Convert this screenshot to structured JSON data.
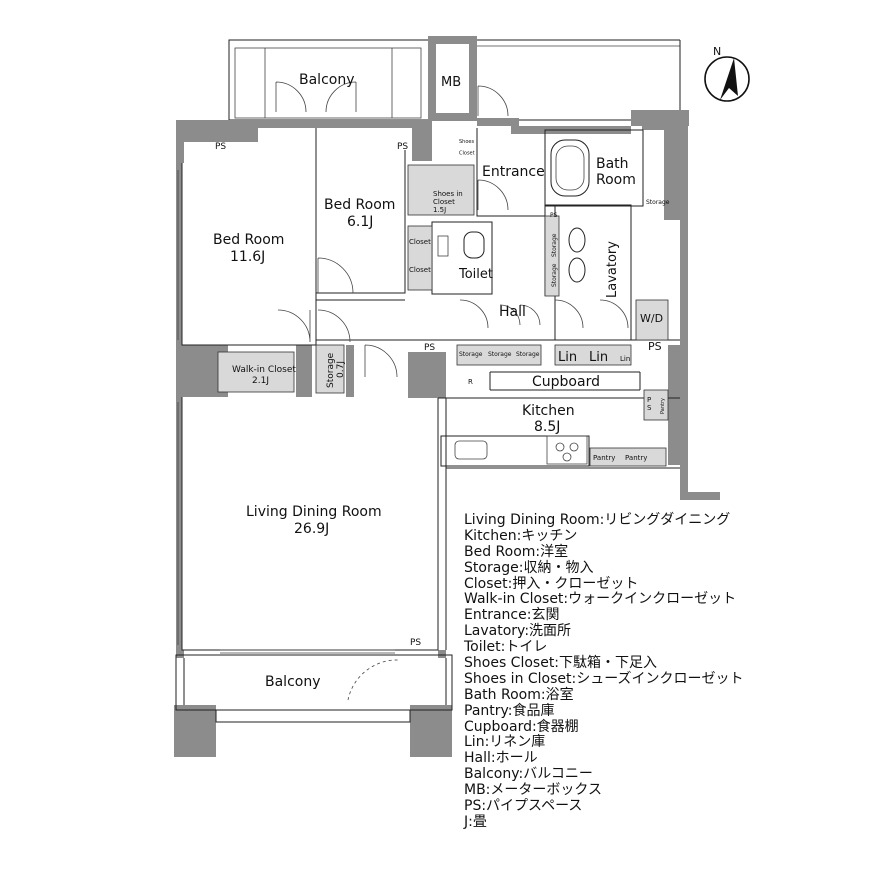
{
  "compass": {
    "north_label": "N"
  },
  "rooms": {
    "balcony_top": "Balcony",
    "mb": "MB",
    "ps_1": "PS",
    "ps_2": "PS",
    "shoes_closet": "Shoes\nCloset",
    "entrance": "Entrance",
    "bath_room": "Bath\nRoom",
    "storage_bath": "Storage",
    "ps_bath": "PS",
    "bed_room_1": "Bed Room",
    "bed_room_1_size": "11.6J",
    "bed_room_2": "Bed Room",
    "bed_room_2_size": "6.1J",
    "shoes_in_closet": "Shoes in\nCloset\n1.5J",
    "closet_1": "Closet",
    "closet_2": "Closet",
    "toilet": "Toilet",
    "storage_v1": "Storage",
    "storage_v2": "Storage",
    "lavatory": "Lavatory",
    "wd": "W/D",
    "hall": "Hall",
    "storage_h1": "Storage",
    "storage_h2": "Storage",
    "storage_h3": "Storage",
    "ps_hall": "PS",
    "lin_1": "Lin",
    "lin_2": "Lin",
    "lin_3": "Lin",
    "ps_lav": "PS",
    "walk_in_closet": "Walk-in Closet",
    "walk_in_closet_size": "2.1J",
    "storage_07": "Storage",
    "storage_07_size": "0.7J",
    "r": "R",
    "cupboard": "Cupboard",
    "kitchen": "Kitchen",
    "kitchen_size": "8.5J",
    "ps_kitchen": "P\nS",
    "pantry_v": "Pantry",
    "pantry_1": "Pantry",
    "pantry_2": "Pantry",
    "living": "Living Dining Room",
    "living_size": "26.9J",
    "ps_living": "PS",
    "balcony_bottom": "Balcony"
  },
  "legend": [
    "Living Dining Room:リビングダイニング",
    "Kitchen:キッチン",
    "Bed Room:洋室",
    "Storage:収納・物入",
    "Closet:押入・クローゼット",
    "Walk-in Closet:ウォークインクローゼット",
    "Entrance:玄関",
    "Lavatory:洗面所",
    "Toilet:トイレ",
    "Shoes Closet:下駄箱・下足入",
    "Shoes in Closet:シューズインクローゼット",
    "Bath Room:浴室",
    "Pantry:食品庫",
    "Cupboard:食器棚",
    "Lin:リネン庫",
    "Hall:ホール",
    "Balcony:バルコニー",
    "MB:メーターボックス",
    "PS:パイプスペース",
    "J:畳"
  ]
}
